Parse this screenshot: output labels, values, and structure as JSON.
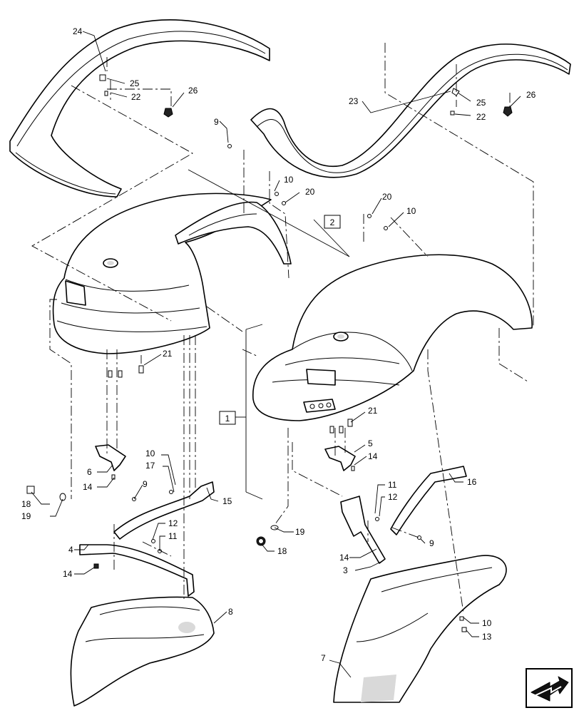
{
  "callouts": [
    {
      "id": "c24a",
      "text": "24"
    },
    {
      "id": "c25a",
      "text": "25"
    },
    {
      "id": "c22a",
      "text": "22"
    },
    {
      "id": "c26a",
      "text": "26"
    },
    {
      "id": "c9a",
      "text": "9"
    },
    {
      "id": "c23",
      "text": "23"
    },
    {
      "id": "c25b",
      "text": "25"
    },
    {
      "id": "c22b",
      "text": "22"
    },
    {
      "id": "c26b",
      "text": "26"
    },
    {
      "id": "c10a",
      "text": "10"
    },
    {
      "id": "c20a",
      "text": "20"
    },
    {
      "id": "c20b",
      "text": "20"
    },
    {
      "id": "c10b",
      "text": "10"
    },
    {
      "id": "c21a",
      "text": "21"
    },
    {
      "id": "c21b",
      "text": "21"
    },
    {
      "id": "c5",
      "text": "5"
    },
    {
      "id": "c14a",
      "text": "14"
    },
    {
      "id": "c6",
      "text": "6"
    },
    {
      "id": "c14b",
      "text": "14"
    },
    {
      "id": "c10c",
      "text": "10"
    },
    {
      "id": "c17",
      "text": "17"
    },
    {
      "id": "c9b",
      "text": "9"
    },
    {
      "id": "c15",
      "text": "15"
    },
    {
      "id": "c18a",
      "text": "18"
    },
    {
      "id": "c19a",
      "text": "19"
    },
    {
      "id": "c16",
      "text": "16"
    },
    {
      "id": "c11a",
      "text": "11"
    },
    {
      "id": "c12a",
      "text": "12"
    },
    {
      "id": "c19b",
      "text": "19"
    },
    {
      "id": "c18b",
      "text": "18"
    },
    {
      "id": "c12b",
      "text": "12"
    },
    {
      "id": "c11b",
      "text": "11"
    },
    {
      "id": "c4",
      "text": "4"
    },
    {
      "id": "c14c",
      "text": "14"
    },
    {
      "id": "c14d",
      "text": "14"
    },
    {
      "id": "c9c",
      "text": "9"
    },
    {
      "id": "c3",
      "text": "3"
    },
    {
      "id": "c8",
      "text": "8"
    },
    {
      "id": "c10d",
      "text": "10"
    },
    {
      "id": "c13",
      "text": "13"
    },
    {
      "id": "c7",
      "text": "7"
    }
  ],
  "boxes": [
    {
      "id": "b1",
      "text": "1"
    },
    {
      "id": "b2",
      "text": "2"
    }
  ],
  "nav_icon": "next-page-arrow-icon",
  "colors": {
    "line": "#000000",
    "shade": "#d9d9d9",
    "background": "#ffffff"
  }
}
